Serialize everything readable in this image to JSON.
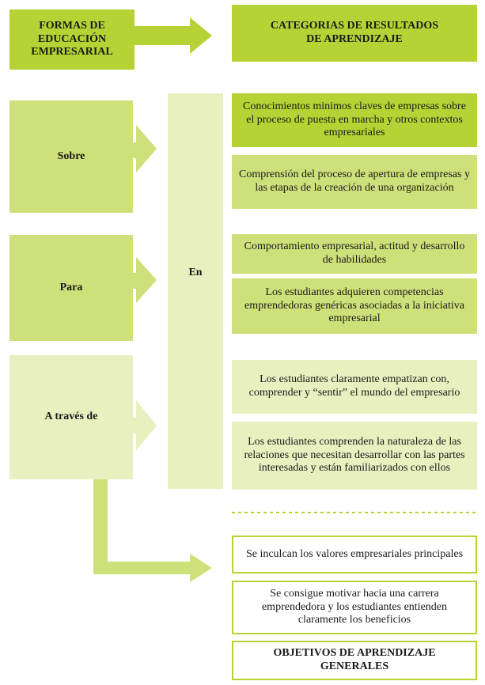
{
  "header": {
    "left_label": "FORMAS DE\nEDUCACIÓN\nEMPRESARIAL",
    "right_label": "CATEGORIAS DE RESULTADOS\nDE APRENDIZAJE"
  },
  "forms": {
    "sobre": "Sobre",
    "para": "Para",
    "traves": "A través de"
  },
  "center_label": "En",
  "outcomes": [
    "Conocimientos minimos claves de empresas sobre el proceso de puesta en marcha y otros contextos empresariales",
    "Comprensión del proceso de apertura de empresas y las etapas de la creación de una organización",
    "Comportamiento empresarial, actitud y desarrollo de habilidades",
    "Los estudiantes adquieren competencias emprendedoras genéricas asociadas a la iniciativa empresarial",
    "Los estudiantes claramente empatizan con, comprender y “sentir” el mundo del empresario",
    "Los estudiantes comprenden la naturaleza de las relaciones que necesitan desarrollar con las partes interesadas y están familiarizados con ellos"
  ],
  "objectives": [
    "Se inculcan los valores empresariales principales",
    "Se consigue motivar hacia una carrera emprendedora y los estudiantes entienden claramente los beneficios"
  ],
  "objectives_title": "OBJETIVOS DE APRENDIZAJE\nGENERALES",
  "colors": {
    "dark": "#b5d334",
    "mid": "#cee079",
    "pale": "#e8f0bf"
  }
}
